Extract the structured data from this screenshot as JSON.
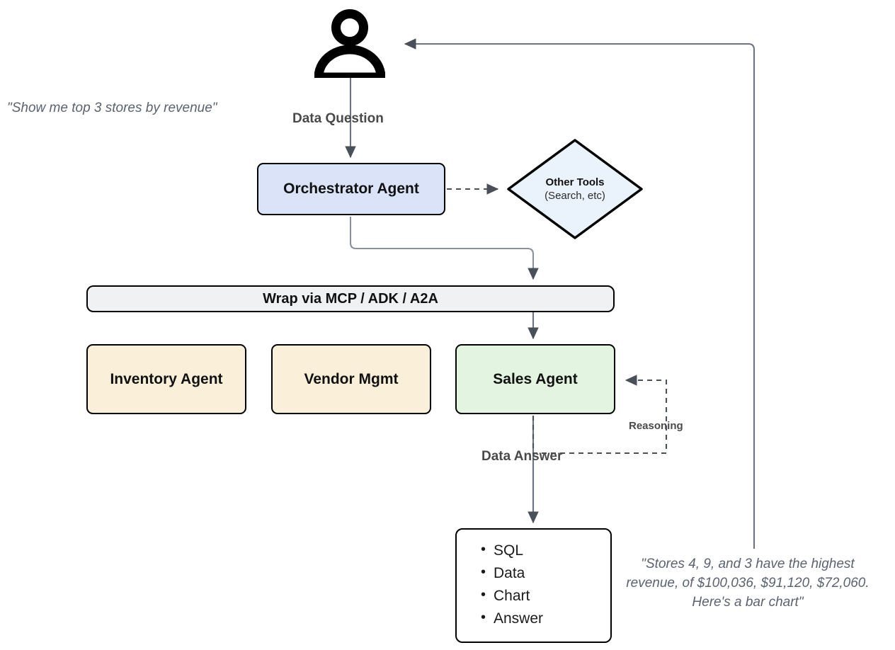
{
  "diagram": {
    "title": "Agentic data analytics architecture",
    "colors": {
      "orchestrator_fill": "#dae3f7",
      "tools_fill": "#eaf2fc",
      "agent_fill": "#faf0da",
      "sales_fill": "#e3f5e1",
      "wrap_fill": "#eff1f3",
      "output_fill": "#ffffff",
      "stroke": "#000000",
      "edge_stroke": "#5b6270",
      "label_text": "#4a4a4a",
      "quote_text": "#5b6270"
    }
  },
  "user": {
    "icon": "person-icon",
    "quote": "\"Show me top 3 stores by revenue\""
  },
  "nodes": {
    "orchestrator": {
      "label": "Orchestrator Agent"
    },
    "other_tools": {
      "title": "Other Tools",
      "subtitle": "(Search, etc)"
    },
    "wrap_bar": {
      "label": "Wrap via MCP / ADK / A2A"
    },
    "inventory_agent": {
      "label": "Inventory Agent"
    },
    "vendor_agent": {
      "label": "Vendor Mgmt"
    },
    "sales_agent": {
      "label": "Sales Agent"
    },
    "output": {
      "items": [
        "SQL",
        "Data",
        "Chart",
        "Answer"
      ]
    }
  },
  "edges": {
    "data_question": "Data Question",
    "data_answer": "Data Answer",
    "reasoning": "Reasoning"
  },
  "answer": {
    "quote_line_1": "\"Stores 4, 9, and 3 have the highest",
    "quote_line_2": "revenue, of $100,036, $91,120, $72,060.",
    "quote_line_3": "Here's a bar chart\""
  }
}
